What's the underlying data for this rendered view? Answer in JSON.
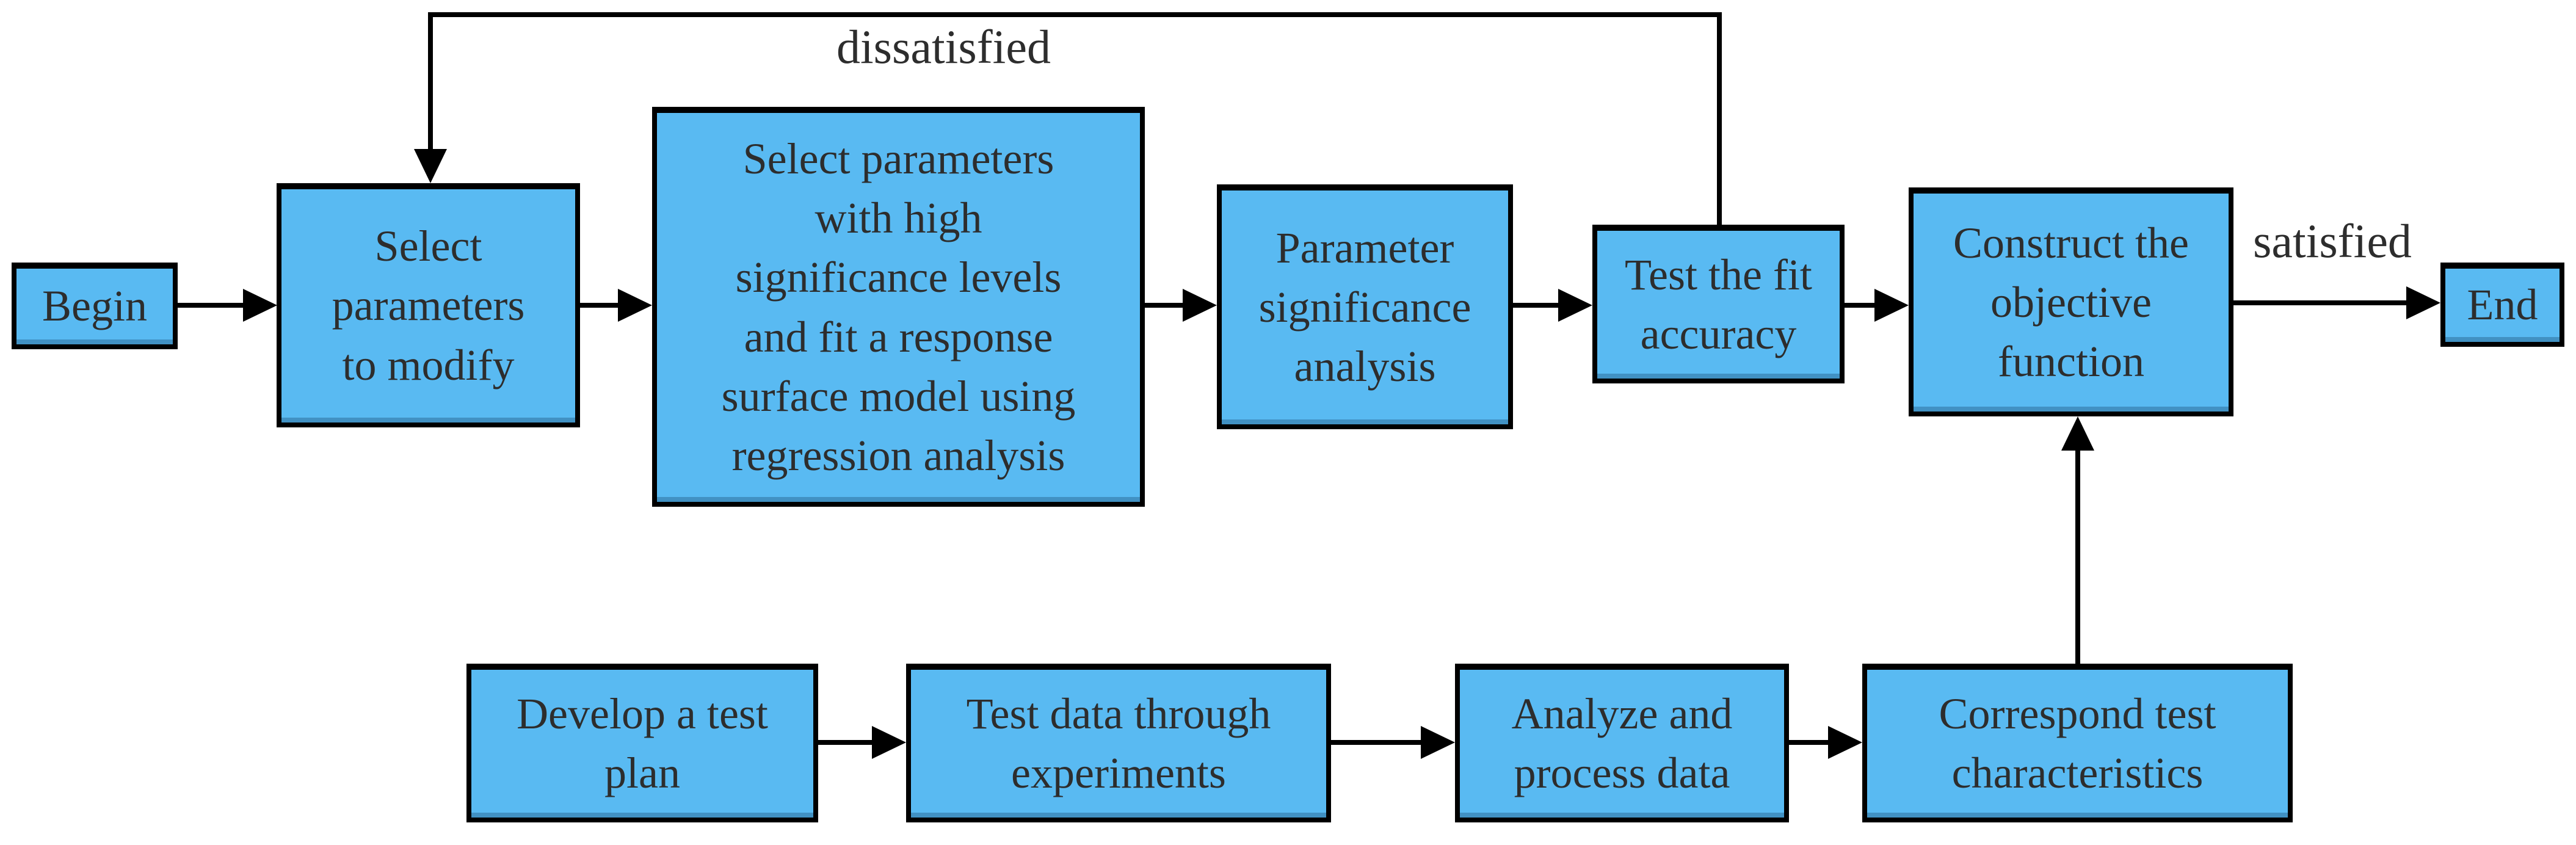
{
  "diagram": {
    "type": "flowchart",
    "colors": {
      "background": "#FFFFFF",
      "node_fill": "#59BAF2",
      "node_border": "#000000",
      "text": "#2D2D2D",
      "connector": "#000000"
    },
    "nodes": {
      "begin": "Begin",
      "select_parameters": "Select\nparameters\nto modify",
      "fit_model": "Select parameters\nwith high\nsignificance levels\nand fit a response\nsurface model using\nregression analysis",
      "parameter_significance": "Parameter\nsignificance\nanalysis",
      "test_fit": "Test the fit\naccuracy",
      "construct_objective": "Construct the\nobjective\nfunction",
      "end": "End",
      "develop_plan": "Develop a test\nplan",
      "test_data": "Test data through\nexperiments",
      "analyze_data": "Analyze and\nprocess data",
      "correspond_test": "Correspond test\ncharacteristics"
    },
    "edge_labels": {
      "dissatisfied": "dissatisfied",
      "satisfied": "satisfied"
    }
  }
}
